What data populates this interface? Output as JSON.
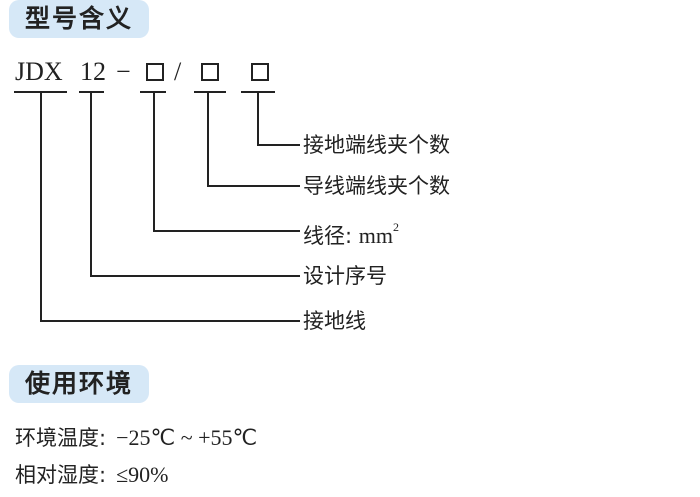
{
  "colors": {
    "title_bg": "#d6e8f7",
    "line": "#222222",
    "text": "#222222"
  },
  "model_section": {
    "title": "型号含义",
    "code": {
      "prefix": "JDX",
      "number": "12",
      "dash": "−",
      "slash": "/"
    },
    "meanings": {
      "ground_clamp_count": "接地端线夹个数",
      "conductor_clamp_count": "导线端线夹个数",
      "wire_gauge_label": "线径:",
      "wire_gauge_unit": "mm",
      "wire_gauge_exp": "2",
      "design_serial": "设计序号",
      "ground_wire": "接地线"
    }
  },
  "env_section": {
    "title": "使用环境",
    "temperature": {
      "label": "环境温度:",
      "value": "−25℃ ~ +55℃"
    },
    "humidity": {
      "label": "相对湿度:",
      "value": "≤90%"
    }
  }
}
